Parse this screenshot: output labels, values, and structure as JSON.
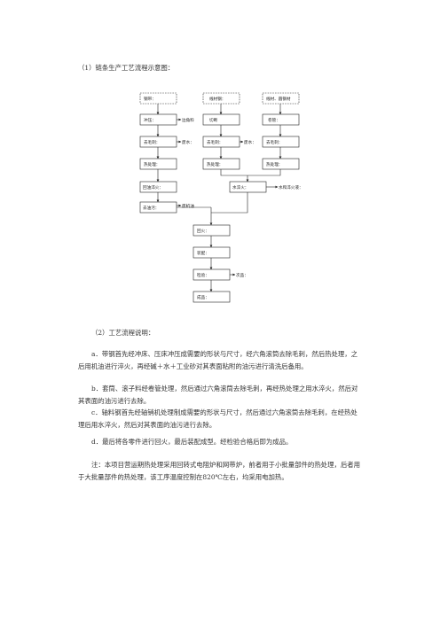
{
  "section1_heading": "（1）链条生产工艺流程示意图：",
  "flowchart": {
    "raw_chain_plate": "钢带：",
    "raw_pin": "线材钢：",
    "raw_sleeve": "线材、圆钢材",
    "stamping": "冲压：",
    "stamping_waste": "边角料",
    "axis_cut": "切断",
    "sleeve_bend": "卷管：",
    "deburr_a": "去毛刺：",
    "deburr_a_waste": "废水：",
    "deburr_b": "去毛刺：",
    "deburr_b_waste": "废水：",
    "deburr_c": "去毛刺：",
    "heat_a": "热处理：",
    "heat_b": "热处理：",
    "heat_c": "热处理：",
    "quench_oil": "回油淬火：",
    "quench_water": "水淬火：",
    "quench_water_waste": "水和淬火液：",
    "degrease": "去油污：",
    "degrease_waste": "废机油",
    "temper": "回火：",
    "assemble": "装配：",
    "inspect": "检验：",
    "inspect_waste": "次品：",
    "product": "成品："
  },
  "section2_heading": "（2）工艺流程说明：",
  "paragraphs": [
    "a．带钢首先经冲床、压床冲压成需要的形状与尺寸，经六角滚筒去除毛刺，然后热处理，之后用机油进行淬火，再经碱＋水＋工业砂对其表面粘附的油污进行清洗后备用。",
    "b．套筒、滚子料经卷管处理，然后通过六角滚筒去除毛刺，再经热处理之用水淬火，然后对其表面的油污进行去除。",
    "c．轴料钢首先经轴销机处理制成需要的形状与尺寸，然后通过六角滚筒去除毛刺，在经热处理后用水淬火，然后对其表面的油污进行去除。",
    "d．最后将各零件进行回火，最后装配成型。经检验合格后即为成品。",
    "注：本项目营运期热处理采用回转式电阻炉和网带炉，前者用于小批量部件的热处理，后者用于大批量部件的热处理，该工序温度控制在820℃左右，均采用电加热。"
  ]
}
